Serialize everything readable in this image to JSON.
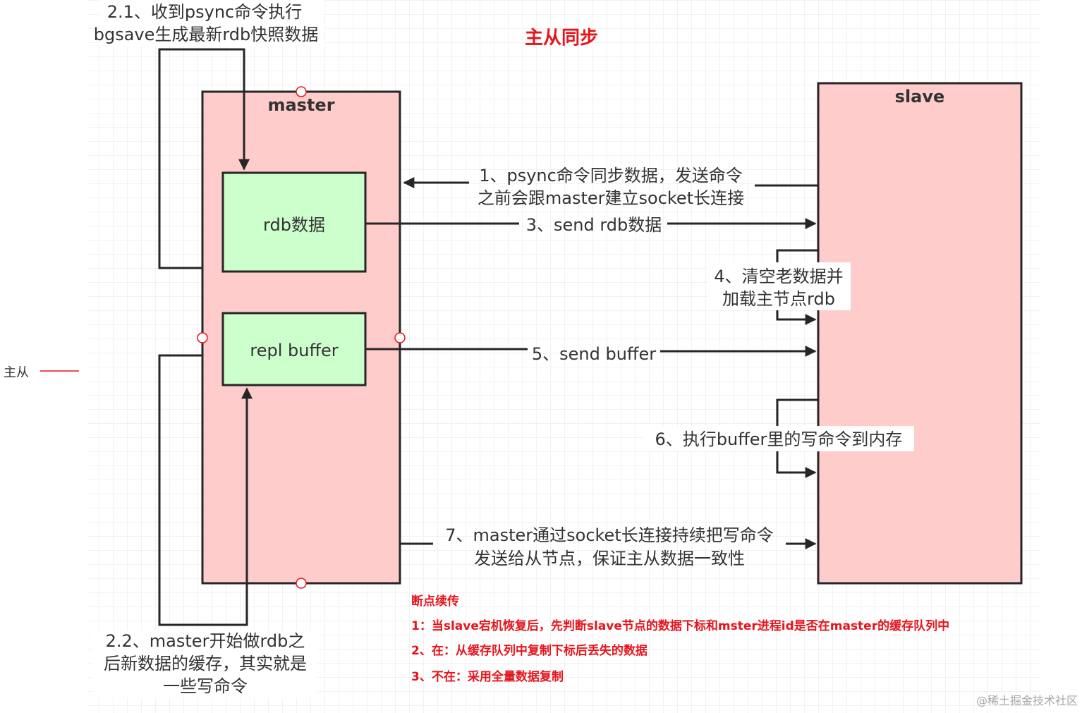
{
  "title": "主从同步",
  "side_label": "主从",
  "colors": {
    "title": "#e8131b",
    "node_fill": "#ffcccc",
    "inner_fill": "#ccffcc",
    "stroke": "#262626",
    "note": "#e8131b"
  },
  "nodes": {
    "master": "master",
    "slave": "slave",
    "rdb": "rdb数据",
    "buffer": "repl buffer"
  },
  "steps": {
    "s21": [
      "2.1、收到psync命令执行",
      "bgsave生成最新rdb快照数据"
    ],
    "s1": [
      "1、psync命令同步数据，发送命令",
      "之前会跟master建立socket长连接"
    ],
    "s3": "3、send rdb数据",
    "s4": [
      "4、清空老数据并",
      "加载主节点rdb"
    ],
    "s5": "5、send buffer",
    "s6": "6、执行buffer里的写命令到内存",
    "s7": [
      "7、master通过socket长连接持续把写命令",
      "发送给从节点，保证主从数据一致性"
    ],
    "s22": [
      "2.2、master开始做rdb之",
      "后新数据的缓存，其实就是",
      "一些写命令"
    ]
  },
  "notes": {
    "heading": "断点续传",
    "items": [
      "1：当slave宕机恢复后，先判断slave节点的数据下标和mster进程id是否在master的缓存队列中",
      "2、在：从缓存队列中复制下标后丢失的数据",
      "3、不在：采用全量数据复制"
    ]
  },
  "watermark": "@稀土掘金技术社区"
}
